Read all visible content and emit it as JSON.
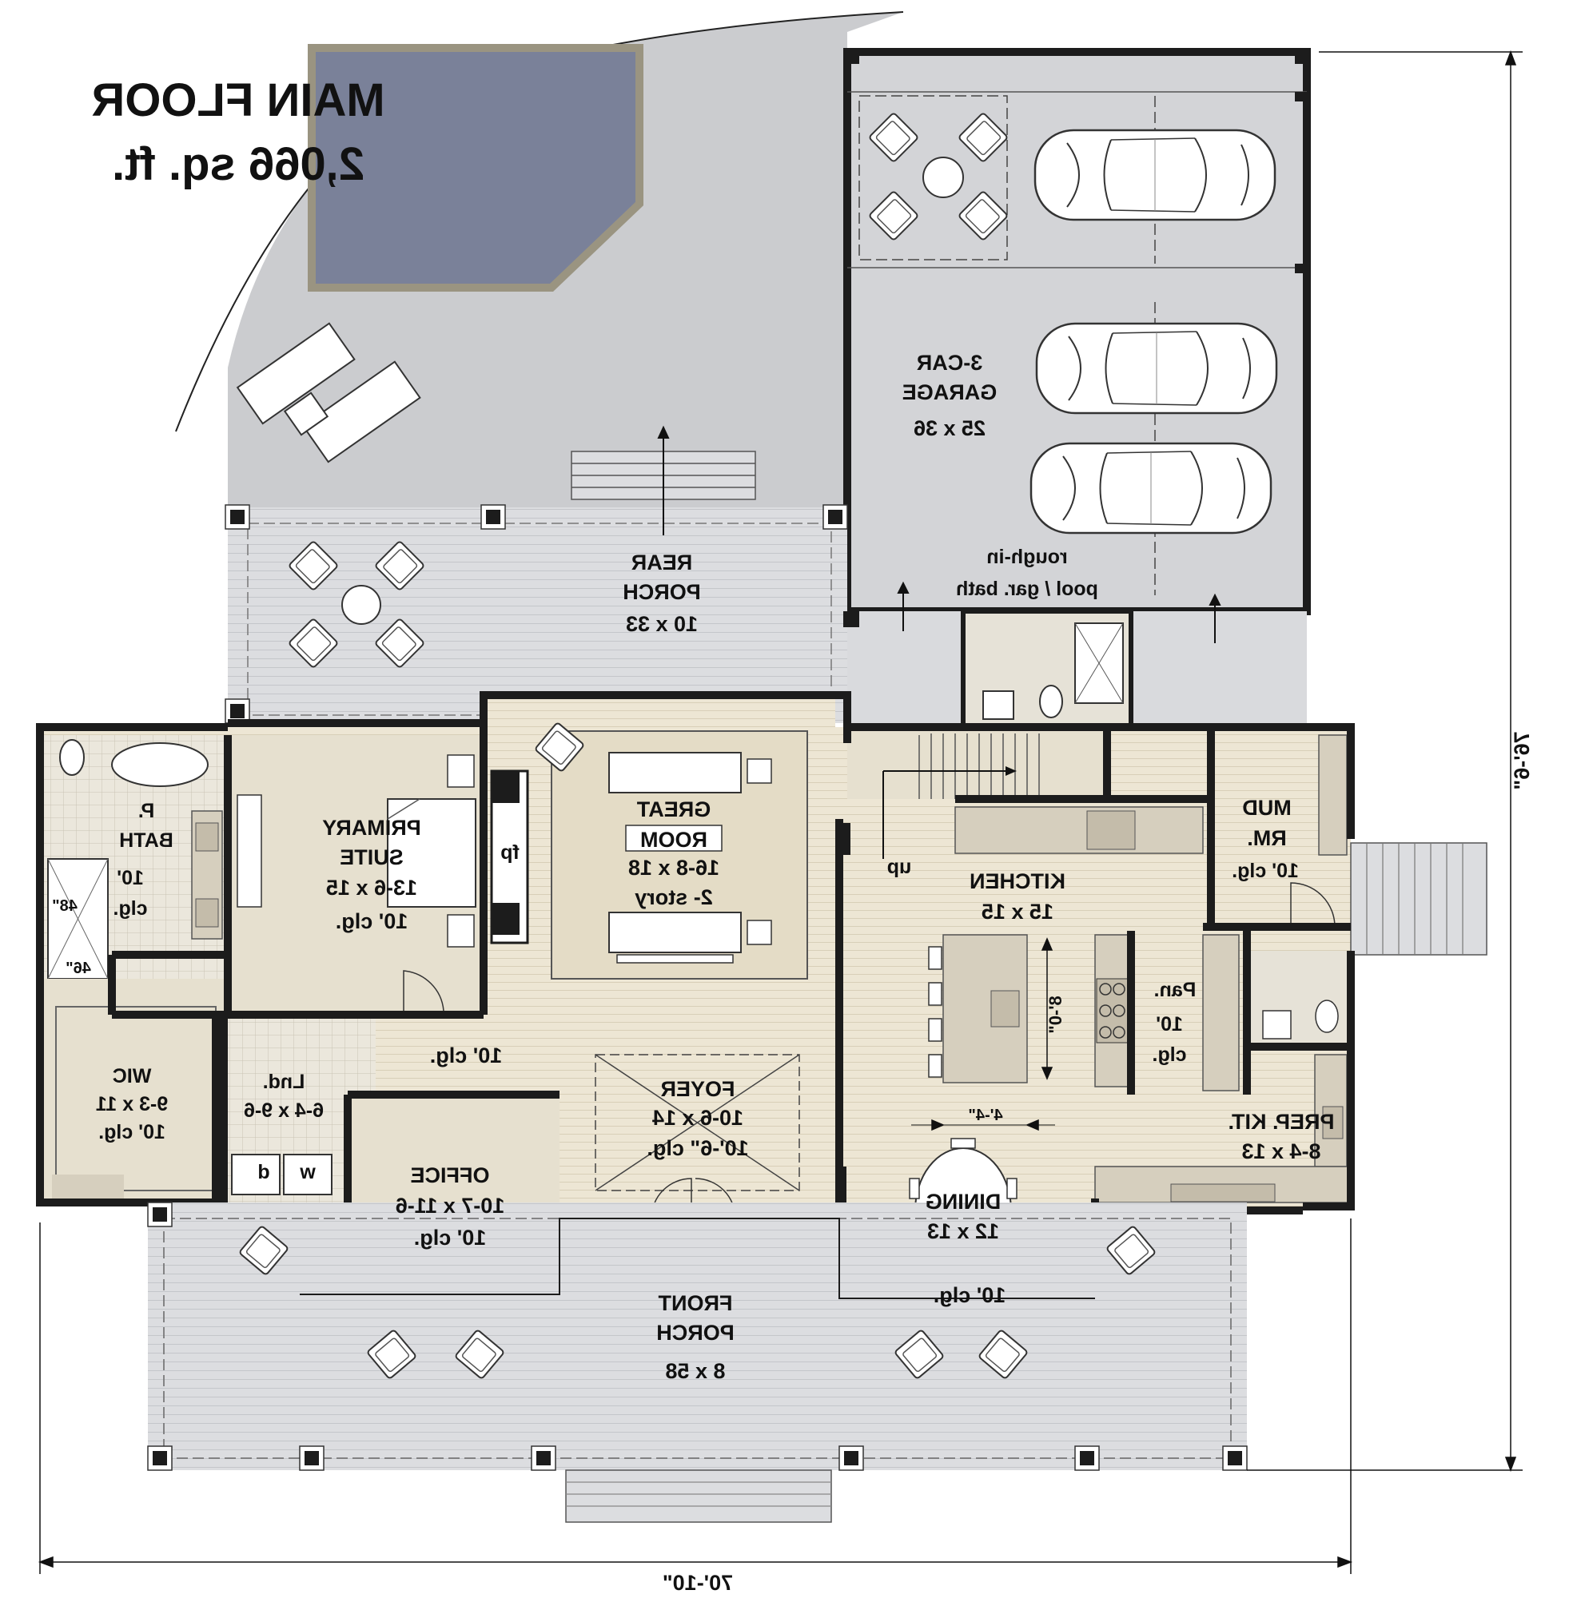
{
  "title": {
    "line1": "MAIN FLOOR",
    "line2": "2,066 sq. ft."
  },
  "dimensions": {
    "width": "70'-10\"",
    "depth": "76'-6\""
  },
  "rooms": {
    "garage": {
      "name1": "3-CAR",
      "name2": "GARAGE",
      "size": "25 x 36",
      "note1": "rough-in",
      "note2": "pool / gar. bath"
    },
    "rear_porch": {
      "name1": "REAR",
      "name2": "PORCH",
      "size": "10 x 33"
    },
    "great_room": {
      "name1": "GREAT",
      "name2": "ROOM",
      "size": "16-8 x 18",
      "note": "2- story",
      "fp": "fp"
    },
    "primary_suite": {
      "name1": "PRIMARY",
      "name2": "SUITE",
      "size": "13-6 x 15",
      "ceiling": "10' clg."
    },
    "p_bath": {
      "name1": "P.",
      "name2": "BATH",
      "ceiling1": "10'",
      "ceiling2": "clg.",
      "shower_w": "46\"",
      "shower_d": "48\""
    },
    "mud_room": {
      "name1": "MUD",
      "name2": "RM.",
      "ceiling": "10' clg."
    },
    "kitchen": {
      "name": "KITCHEN",
      "size": "15 x 15",
      "stairs": "up",
      "island_len": "8'-0\"",
      "aisle": "4'-4\""
    },
    "pantry": {
      "name": "Pan.",
      "ceiling1": "10'",
      "ceiling2": "clg."
    },
    "prep_kitchen": {
      "name": "PREP. KIT.",
      "size": "8-4 x 13"
    },
    "dining": {
      "name": "DINING",
      "size": "12 x 13",
      "ceiling": "10' clg."
    },
    "foyer": {
      "name": "FOYER",
      "size": "10-6 x 14",
      "ceiling": "10'-6\" clg."
    },
    "hall": {
      "ceiling": "10' clg."
    },
    "office": {
      "name": "OFFICE",
      "size": "10-7 x 11-6",
      "ceiling": "10' clg."
    },
    "laundry": {
      "name": "Lnd.",
      "size": "6-4 x 9-6",
      "dryer": "d",
      "washer": "w"
    },
    "wic": {
      "name": "WIC",
      "size": "9-3 x 11",
      "ceiling": "10' clg."
    },
    "front_porch": {
      "name1": "FRONT",
      "name2": "PORCH",
      "size": "8 x 58"
    }
  },
  "colors": {
    "wall": "#1c1c1c",
    "interior_floor": "#ece5d3",
    "porch_floor": "#d9dadd",
    "patio": "#c9cacd",
    "pool_water": "#7a8199",
    "pool_coping": "#9a9481",
    "wet_floor": "#e6e2d7"
  }
}
